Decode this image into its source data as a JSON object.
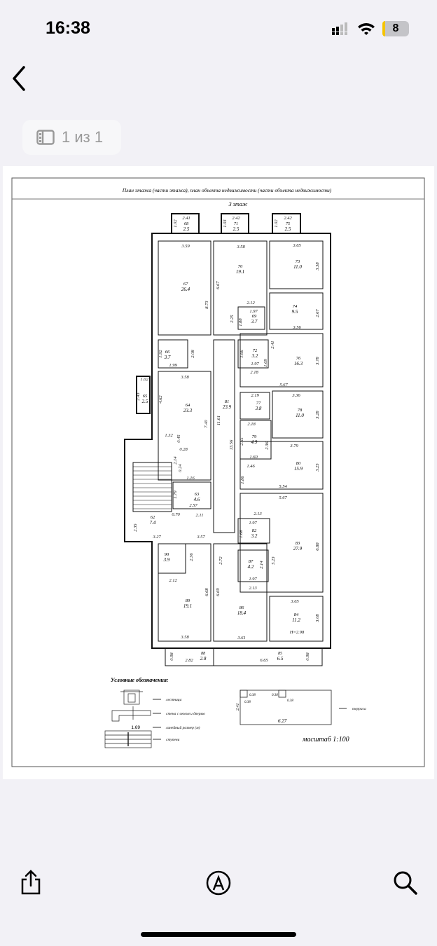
{
  "status_bar": {
    "time": "16:38",
    "battery": "8"
  },
  "nav": {
    "back_icon": "chevron-left-icon",
    "page_indicator": "1 из 1"
  },
  "document": {
    "title": "План этажа (части этажа), план объекта недвижимости (части объекта недвижимости)",
    "floor": "3 этаж",
    "rooms": [
      {
        "n": "67",
        "a": "26.4"
      },
      {
        "n": "70",
        "a": "19.1"
      },
      {
        "n": "73",
        "a": "11.0"
      },
      {
        "n": "74",
        "a": "9.5"
      },
      {
        "n": "69",
        "a": "3.7"
      },
      {
        "n": "72",
        "a": "3.2"
      },
      {
        "n": "76",
        "a": "16.3"
      },
      {
        "n": "66",
        "a": "3.7"
      },
      {
        "n": "64",
        "a": "23.3"
      },
      {
        "n": "65",
        "a": "2.5"
      },
      {
        "n": "81",
        "a": "23.9"
      },
      {
        "n": "77",
        "a": "3.8"
      },
      {
        "n": "78",
        "a": "11.0"
      },
      {
        "n": "79",
        "a": "4.9"
      },
      {
        "n": "80",
        "a": "15.9"
      },
      {
        "n": "63",
        "a": "4.6"
      },
      {
        "n": "62",
        "a": "7.4"
      },
      {
        "n": "82",
        "a": "3.2"
      },
      {
        "n": "83",
        "a": "27.9"
      },
      {
        "n": "90",
        "a": "3.9"
      },
      {
        "n": "87",
        "a": "4.2"
      },
      {
        "n": "89",
        "a": "19.1"
      },
      {
        "n": "86",
        "a": "18.4"
      },
      {
        "n": "84",
        "a": "11.2"
      },
      {
        "n": "85",
        "a": "6.5"
      },
      {
        "n": "88",
        "a": "2.8"
      },
      {
        "n": "68",
        "a": "2.5"
      },
      {
        "n": "71",
        "a": "2.5"
      },
      {
        "n": "75",
        "a": "2.5"
      }
    ],
    "dimensions": [
      "3.59",
      "3.58",
      "3.65",
      "8.73",
      "6.67",
      "3.38",
      "2.12",
      "1.97",
      "2.25",
      "1.88",
      "2.67",
      "3.56",
      "1.92",
      "2.08",
      "1.99",
      "1.66",
      "2.41",
      "1.97",
      "1.69",
      "3.78",
      "2.18",
      "5.67",
      "3.58",
      "4.62",
      "2.43",
      "1.02",
      "7.40",
      "11.61",
      "2.19",
      "3.36",
      "3.28",
      "2.18",
      "2.65",
      "2.36",
      "1.60",
      "3.79",
      "13.56",
      "1.32",
      "0.45",
      "0.28",
      "2.14",
      "0.24",
      "1.16",
      "1.46",
      "1.86",
      "5.54",
      "3.25",
      "1.79",
      "2.57",
      "2.35",
      "0.70",
      "2.11",
      "5.67",
      "2.13",
      "1.97",
      "1.68",
      "3.27",
      "3.57",
      "6.88",
      "5.23",
      "2.36",
      "2.72",
      "2.14",
      "1.97",
      "2.12",
      "2.13",
      "6.68",
      "6.69",
      "3.65",
      "3.08",
      "H=2.98",
      "3.58",
      "3.61",
      "0.98",
      "2.82",
      "6.65",
      "0.98",
      "1.02",
      "2.41",
      "1.03",
      "2.42",
      "1.02",
      "2.42"
    ],
    "legend": {
      "title": "Условные обозначения:",
      "stairs": "лестница",
      "wall": "стена с окном и дверью",
      "dim_sample": "1.69",
      "dim": "линейный размер (м)",
      "steps": "ступени",
      "terrace": "терраса",
      "terrace_dims": [
        "2.41",
        "0.38",
        "0.38",
        "0.38",
        "0.38",
        "6.27"
      ],
      "scale": "масштаб  1:100"
    }
  },
  "toolbar": {
    "share": "share-icon",
    "markup": "markup-icon",
    "search": "search-icon"
  }
}
